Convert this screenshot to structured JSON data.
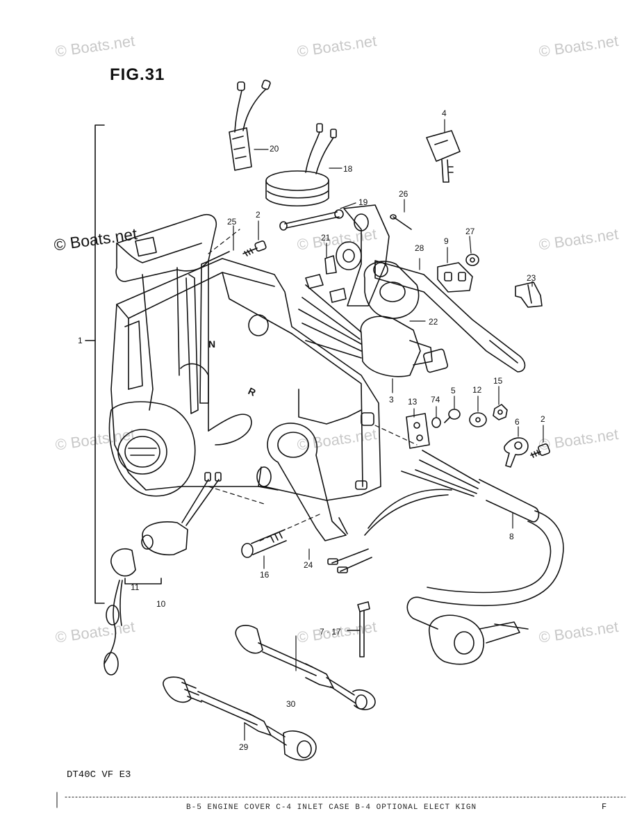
{
  "figure": {
    "title": "FIG.31",
    "model_code": "DT40C VF E3",
    "footer_text": "B-5  ENGINE COVER  C-4  INLET CASE          B-4  OPTIONAL   ELECT KIGN",
    "footer_page": "F"
  },
  "watermarks": [
    "© Boats.net"
  ],
  "callouts": [
    {
      "id": "c1",
      "text": "1"
    },
    {
      "id": "c2a",
      "text": "2"
    },
    {
      "id": "c2b",
      "text": "2"
    },
    {
      "id": "c3",
      "text": "3"
    },
    {
      "id": "c4",
      "text": "4"
    },
    {
      "id": "c5",
      "text": "5"
    },
    {
      "id": "c6",
      "text": "6"
    },
    {
      "id": "c7_17",
      "text": "7 · 17"
    },
    {
      "id": "c8",
      "text": "8"
    },
    {
      "id": "c9",
      "text": "9"
    },
    {
      "id": "c10",
      "text": "10"
    },
    {
      "id": "c11",
      "text": "11"
    },
    {
      "id": "c12",
      "text": "12"
    },
    {
      "id": "c13",
      "text": "13"
    },
    {
      "id": "c14",
      "text": "74"
    },
    {
      "id": "c15",
      "text": "15"
    },
    {
      "id": "c16",
      "text": "16"
    },
    {
      "id": "c18",
      "text": "18"
    },
    {
      "id": "c19",
      "text": "19"
    },
    {
      "id": "c20",
      "text": "20"
    },
    {
      "id": "c21",
      "text": "21"
    },
    {
      "id": "c22",
      "text": "22"
    },
    {
      "id": "c23",
      "text": "23"
    },
    {
      "id": "c24",
      "text": "24"
    },
    {
      "id": "c25",
      "text": "25"
    },
    {
      "id": "c26",
      "text": "26"
    },
    {
      "id": "c27",
      "text": "27"
    },
    {
      "id": "c28",
      "text": "28"
    },
    {
      "id": "c29",
      "text": "29"
    },
    {
      "id": "c30",
      "text": "30"
    }
  ],
  "shift_labels": {
    "n": "N",
    "r": "R"
  },
  "colors": {
    "ink": "#111111",
    "watermark": "#b9b9b9",
    "background": "#ffffff"
  }
}
